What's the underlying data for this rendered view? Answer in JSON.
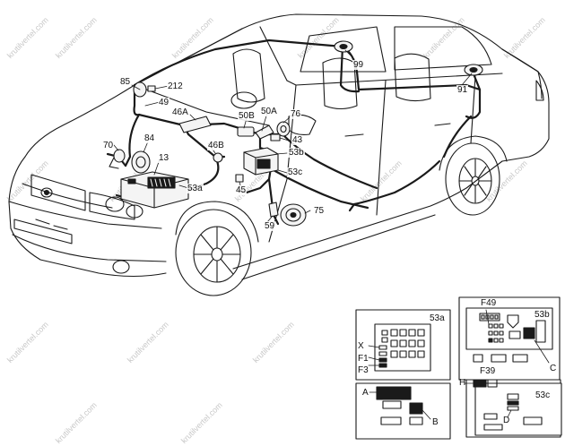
{
  "watermark": {
    "text": "krutilvertel.com",
    "color": "#c8c8c8"
  },
  "callouts": {
    "c85": "85",
    "c212": "212",
    "c49": "49",
    "c46a": "46A",
    "c50b": "50B",
    "c50a": "50A",
    "c76": "76",
    "c99": "99",
    "c91": "91",
    "c70": "70",
    "c84": "84",
    "c46b": "46B",
    "c43": "43",
    "c53b": "53b",
    "c13": "13",
    "c53c": "53c",
    "c53a": "53a",
    "c45": "45",
    "c75": "75",
    "c59": "59"
  },
  "inset_53a": {
    "title": "53a",
    "labels": {
      "x": "X",
      "f1": "F1",
      "f3": "F3",
      "a": "A",
      "b": "B"
    }
  },
  "inset_53b": {
    "title": "53b",
    "labels": {
      "f49": "F49",
      "f39": "F39",
      "c": "C"
    }
  },
  "inset_53c": {
    "title": "53c",
    "labels": {
      "h": "H",
      "d": "D"
    }
  },
  "colors": {
    "line": "#1a1a1a",
    "background": "#ffffff",
    "fill_dark": "#111111",
    "fill_light": "#f4f4f4"
  }
}
